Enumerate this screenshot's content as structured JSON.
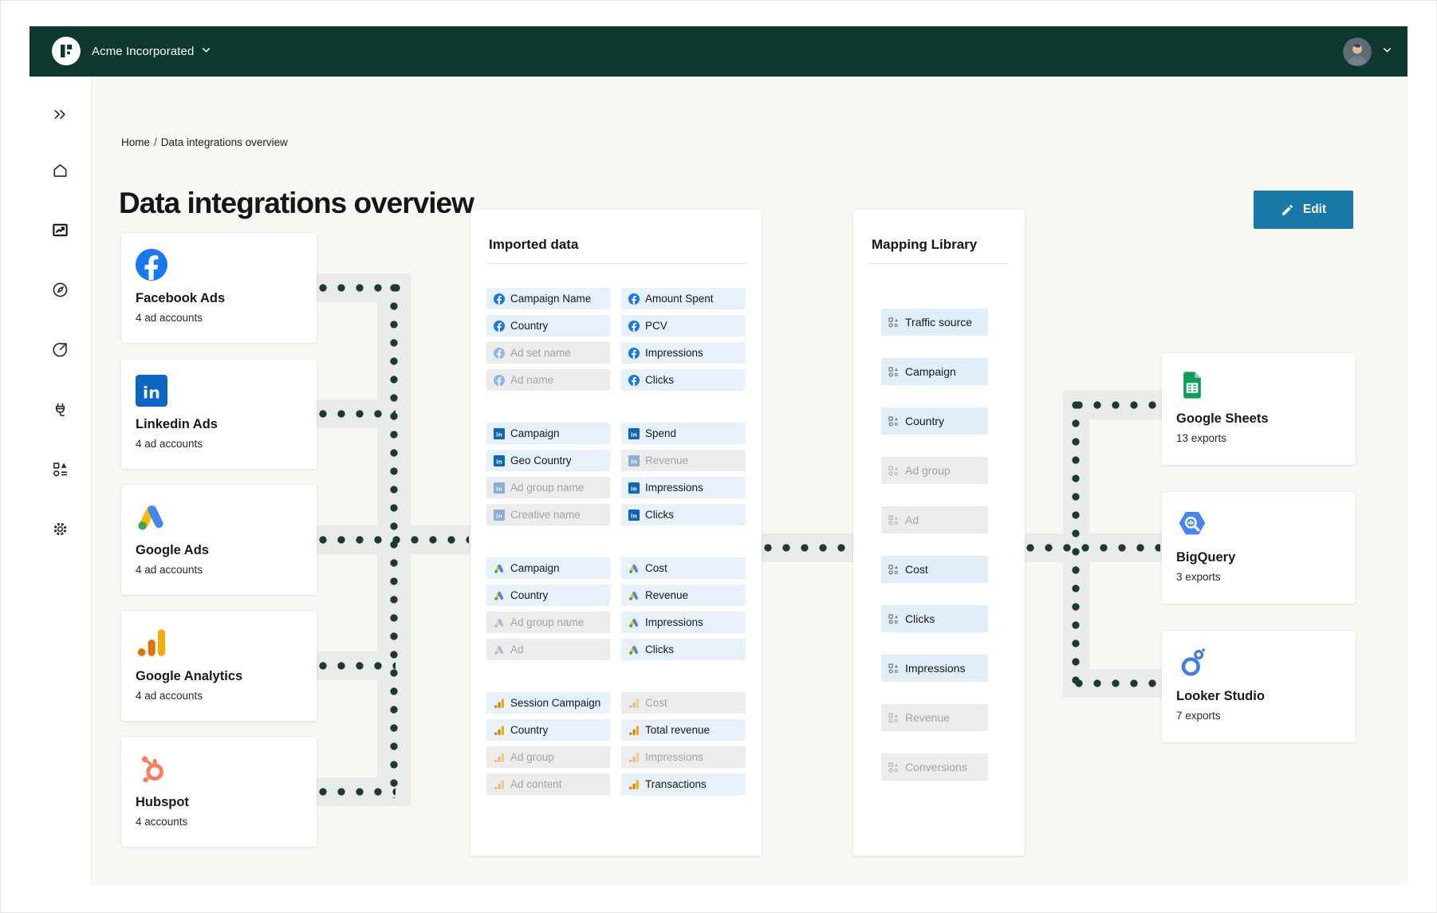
{
  "colors": {
    "header_bg": "#0D382E",
    "edit_button": "#1879A8",
    "chip_active_bg": "#E7F1FB",
    "chip_inactive_bg": "#ECECEC",
    "connector_dot": "#1B3A31",
    "page_bg": "#F7F7F4"
  },
  "header": {
    "org_name": "Acme Incorporated"
  },
  "sidebar": {
    "items": [
      {
        "id": "collapse",
        "icon": "chevrons-right",
        "active": false
      },
      {
        "id": "home",
        "icon": "home",
        "active": false
      },
      {
        "id": "insights",
        "icon": "chart",
        "active": true
      },
      {
        "id": "explore",
        "icon": "compass",
        "active": false
      },
      {
        "id": "share",
        "icon": "share",
        "active": false
      },
      {
        "id": "connectors",
        "icon": "plug",
        "active": false
      },
      {
        "id": "mapping",
        "icon": "shapes",
        "active": false
      },
      {
        "id": "settings",
        "icon": "gear",
        "active": false
      }
    ]
  },
  "breadcrumb": {
    "home": "Home",
    "separator": "/",
    "current": "Data integrations overview"
  },
  "page": {
    "title": "Data integrations overview"
  },
  "toolbar": {
    "edit_label": "Edit"
  },
  "sources": [
    {
      "icon": "facebook",
      "name": "Facebook Ads",
      "meta": "4 ad accounts"
    },
    {
      "icon": "linkedin",
      "name": "Linkedin Ads",
      "meta": "4 ad accounts"
    },
    {
      "icon": "google-ads",
      "name": "Google Ads",
      "meta": "4 ad accounts"
    },
    {
      "icon": "google-analytics",
      "name": "Google Analytics",
      "meta": "4 ad accounts"
    },
    {
      "icon": "hubspot",
      "name": "Hubspot",
      "meta": "4 accounts"
    }
  ],
  "imported_data": {
    "title": "Imported data",
    "groups": [
      {
        "source": "facebook",
        "chips": [
          {
            "label": "Campaign Name",
            "active": true
          },
          {
            "label": "Country",
            "active": true
          },
          {
            "label": "Ad set name",
            "active": false
          },
          {
            "label": "Ad name",
            "active": false
          },
          {
            "label": "Amount Spent",
            "active": true
          },
          {
            "label": "PCV",
            "active": true
          },
          {
            "label": "Impressions",
            "active": true
          },
          {
            "label": "Clicks",
            "active": true
          }
        ]
      },
      {
        "source": "linkedin",
        "chips": [
          {
            "label": "Campaign",
            "active": true
          },
          {
            "label": "Geo Country",
            "active": true
          },
          {
            "label": "Ad group name",
            "active": false
          },
          {
            "label": "Creative name",
            "active": false
          },
          {
            "label": "Spend",
            "active": true
          },
          {
            "label": "Revenue",
            "active": false
          },
          {
            "label": "Impressions",
            "active": true
          },
          {
            "label": "Clicks",
            "active": true
          }
        ]
      },
      {
        "source": "google-ads",
        "chips": [
          {
            "label": "Campaign",
            "active": true
          },
          {
            "label": "Country",
            "active": true
          },
          {
            "label": "Ad group name",
            "active": false
          },
          {
            "label": "Ad",
            "active": false
          },
          {
            "label": "Cost",
            "active": true
          },
          {
            "label": "Revenue",
            "active": true
          },
          {
            "label": "Impressions",
            "active": true
          },
          {
            "label": "Clicks",
            "active": true
          }
        ]
      },
      {
        "source": "google-analytics",
        "chips": [
          {
            "label": "Session Campaign",
            "active": true
          },
          {
            "label": "Country",
            "active": true
          },
          {
            "label": "Ad group",
            "active": false
          },
          {
            "label": "Ad content",
            "active": false
          },
          {
            "label": "Cost",
            "active": false
          },
          {
            "label": "Total revenue",
            "active": true
          },
          {
            "label": "Impressions",
            "active": false
          },
          {
            "label": "Transactions",
            "active": true
          }
        ]
      }
    ]
  },
  "mapping_library": {
    "title": "Mapping Library",
    "chips": [
      {
        "label": "Traffic source",
        "active": true
      },
      {
        "label": "Campaign",
        "active": true
      },
      {
        "label": "Country",
        "active": true
      },
      {
        "label": "Ad group",
        "active": false
      },
      {
        "label": "Ad",
        "active": false
      },
      {
        "label": "Cost",
        "active": true
      },
      {
        "label": "Clicks",
        "active": true
      },
      {
        "label": "Impressions",
        "active": true
      },
      {
        "label": "Revenue",
        "active": false
      },
      {
        "label": "Conversions",
        "active": false
      }
    ]
  },
  "destinations": [
    {
      "icon": "google-sheets",
      "name": "Google Sheets",
      "meta": "13 exports"
    },
    {
      "icon": "bigquery",
      "name": "BigQuery",
      "meta": "3 exports"
    },
    {
      "icon": "looker-studio",
      "name": "Looker Studio",
      "meta": "7 exports"
    }
  ]
}
